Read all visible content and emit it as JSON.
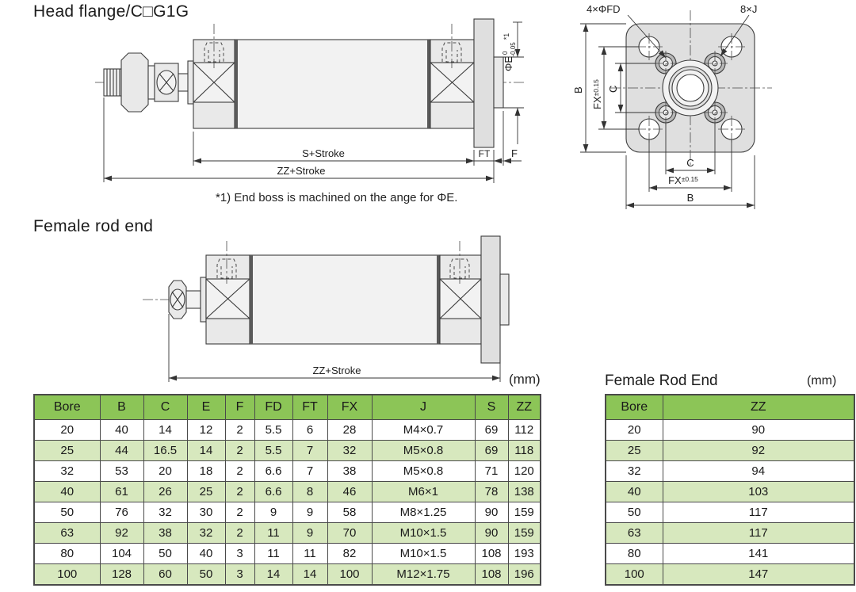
{
  "page": {
    "section1_title": "Head flange/C□G1G",
    "section2_title": "Female rod end",
    "note": "*1) End boss is machined on the ange for ΦE.",
    "unit_main": "(mm)",
    "unit_female": "(mm)"
  },
  "side_view": {
    "dim_s": "S+Stroke",
    "dim_zz": "ZZ+Stroke",
    "dim_ft": "FT",
    "dim_f": "F",
    "phi_e": "ΦE",
    "tol_upper": "0",
    "tol_lower": "-0.05",
    "note_ref": "*1"
  },
  "front_view": {
    "label_corner_holes": "4×ΦFD",
    "label_thread_holes": "8×J",
    "b": "B",
    "c": "C",
    "fx": "FX",
    "fx_tol": "±0.15"
  },
  "female_view": {
    "dim_zz": "ZZ+Stroke"
  },
  "main_table": {
    "columns": [
      "Bore",
      "B",
      "C",
      "E",
      "F",
      "FD",
      "FT",
      "FX",
      "J",
      "S",
      "ZZ"
    ],
    "rows": [
      [
        "20",
        "40",
        "14",
        "12",
        "2",
        "5.5",
        "6",
        "28",
        "M4×0.7",
        "69",
        "112"
      ],
      [
        "25",
        "44",
        "16.5",
        "14",
        "2",
        "5.5",
        "7",
        "32",
        "M5×0.8",
        "69",
        "118"
      ],
      [
        "32",
        "53",
        "20",
        "18",
        "2",
        "6.6",
        "7",
        "38",
        "M5×0.8",
        "71",
        "120"
      ],
      [
        "40",
        "61",
        "26",
        "25",
        "2",
        "6.6",
        "8",
        "46",
        "M6×1",
        "78",
        "138"
      ],
      [
        "50",
        "76",
        "32",
        "30",
        "2",
        "9",
        "9",
        "58",
        "M8×1.25",
        "90",
        "159"
      ],
      [
        "63",
        "92",
        "38",
        "32",
        "2",
        "11",
        "9",
        "70",
        "M10×1.5",
        "90",
        "159"
      ],
      [
        "80",
        "104",
        "50",
        "40",
        "3",
        "11",
        "11",
        "82",
        "M10×1.5",
        "108",
        "193"
      ],
      [
        "100",
        "128",
        "60",
        "50",
        "3",
        "14",
        "14",
        "100",
        "M12×1.75",
        "108",
        "196"
      ]
    ]
  },
  "female_table": {
    "title": "Female Rod End",
    "columns": [
      "Bore",
      "ZZ"
    ],
    "rows": [
      [
        "20",
        "90"
      ],
      [
        "25",
        "92"
      ],
      [
        "32",
        "94"
      ],
      [
        "40",
        "103"
      ],
      [
        "50",
        "117"
      ],
      [
        "63",
        "117"
      ],
      [
        "80",
        "141"
      ],
      [
        "100",
        "147"
      ]
    ]
  },
  "colors": {
    "header_green": "#8CC557",
    "row_alt_green": "#D7E8BE",
    "table_line": "#4a4a4a"
  }
}
